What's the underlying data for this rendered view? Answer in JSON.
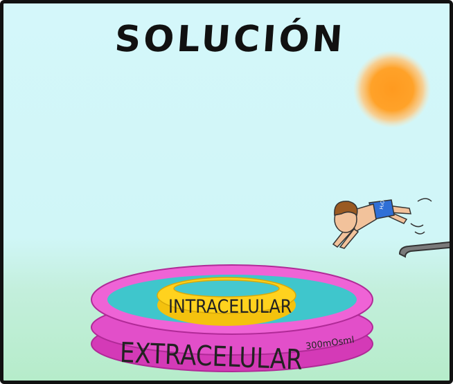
{
  "title": "SOLUCIÓN",
  "pool": {
    "inner_label": "INTRACELULAR",
    "outer_label": "EXTRACELULAR",
    "osmolarity": "300mOsml"
  },
  "swimmer": {
    "shorts_label": "H₂O"
  },
  "colors": {
    "sky": "#d4f7fa",
    "grass": "#b6ecca",
    "sun": "#ff9a1f",
    "pool_outer": "#e34fc8",
    "pool_water": "#3fc6cc",
    "inner_ring": "#ffd21e",
    "border": "#111111"
  }
}
